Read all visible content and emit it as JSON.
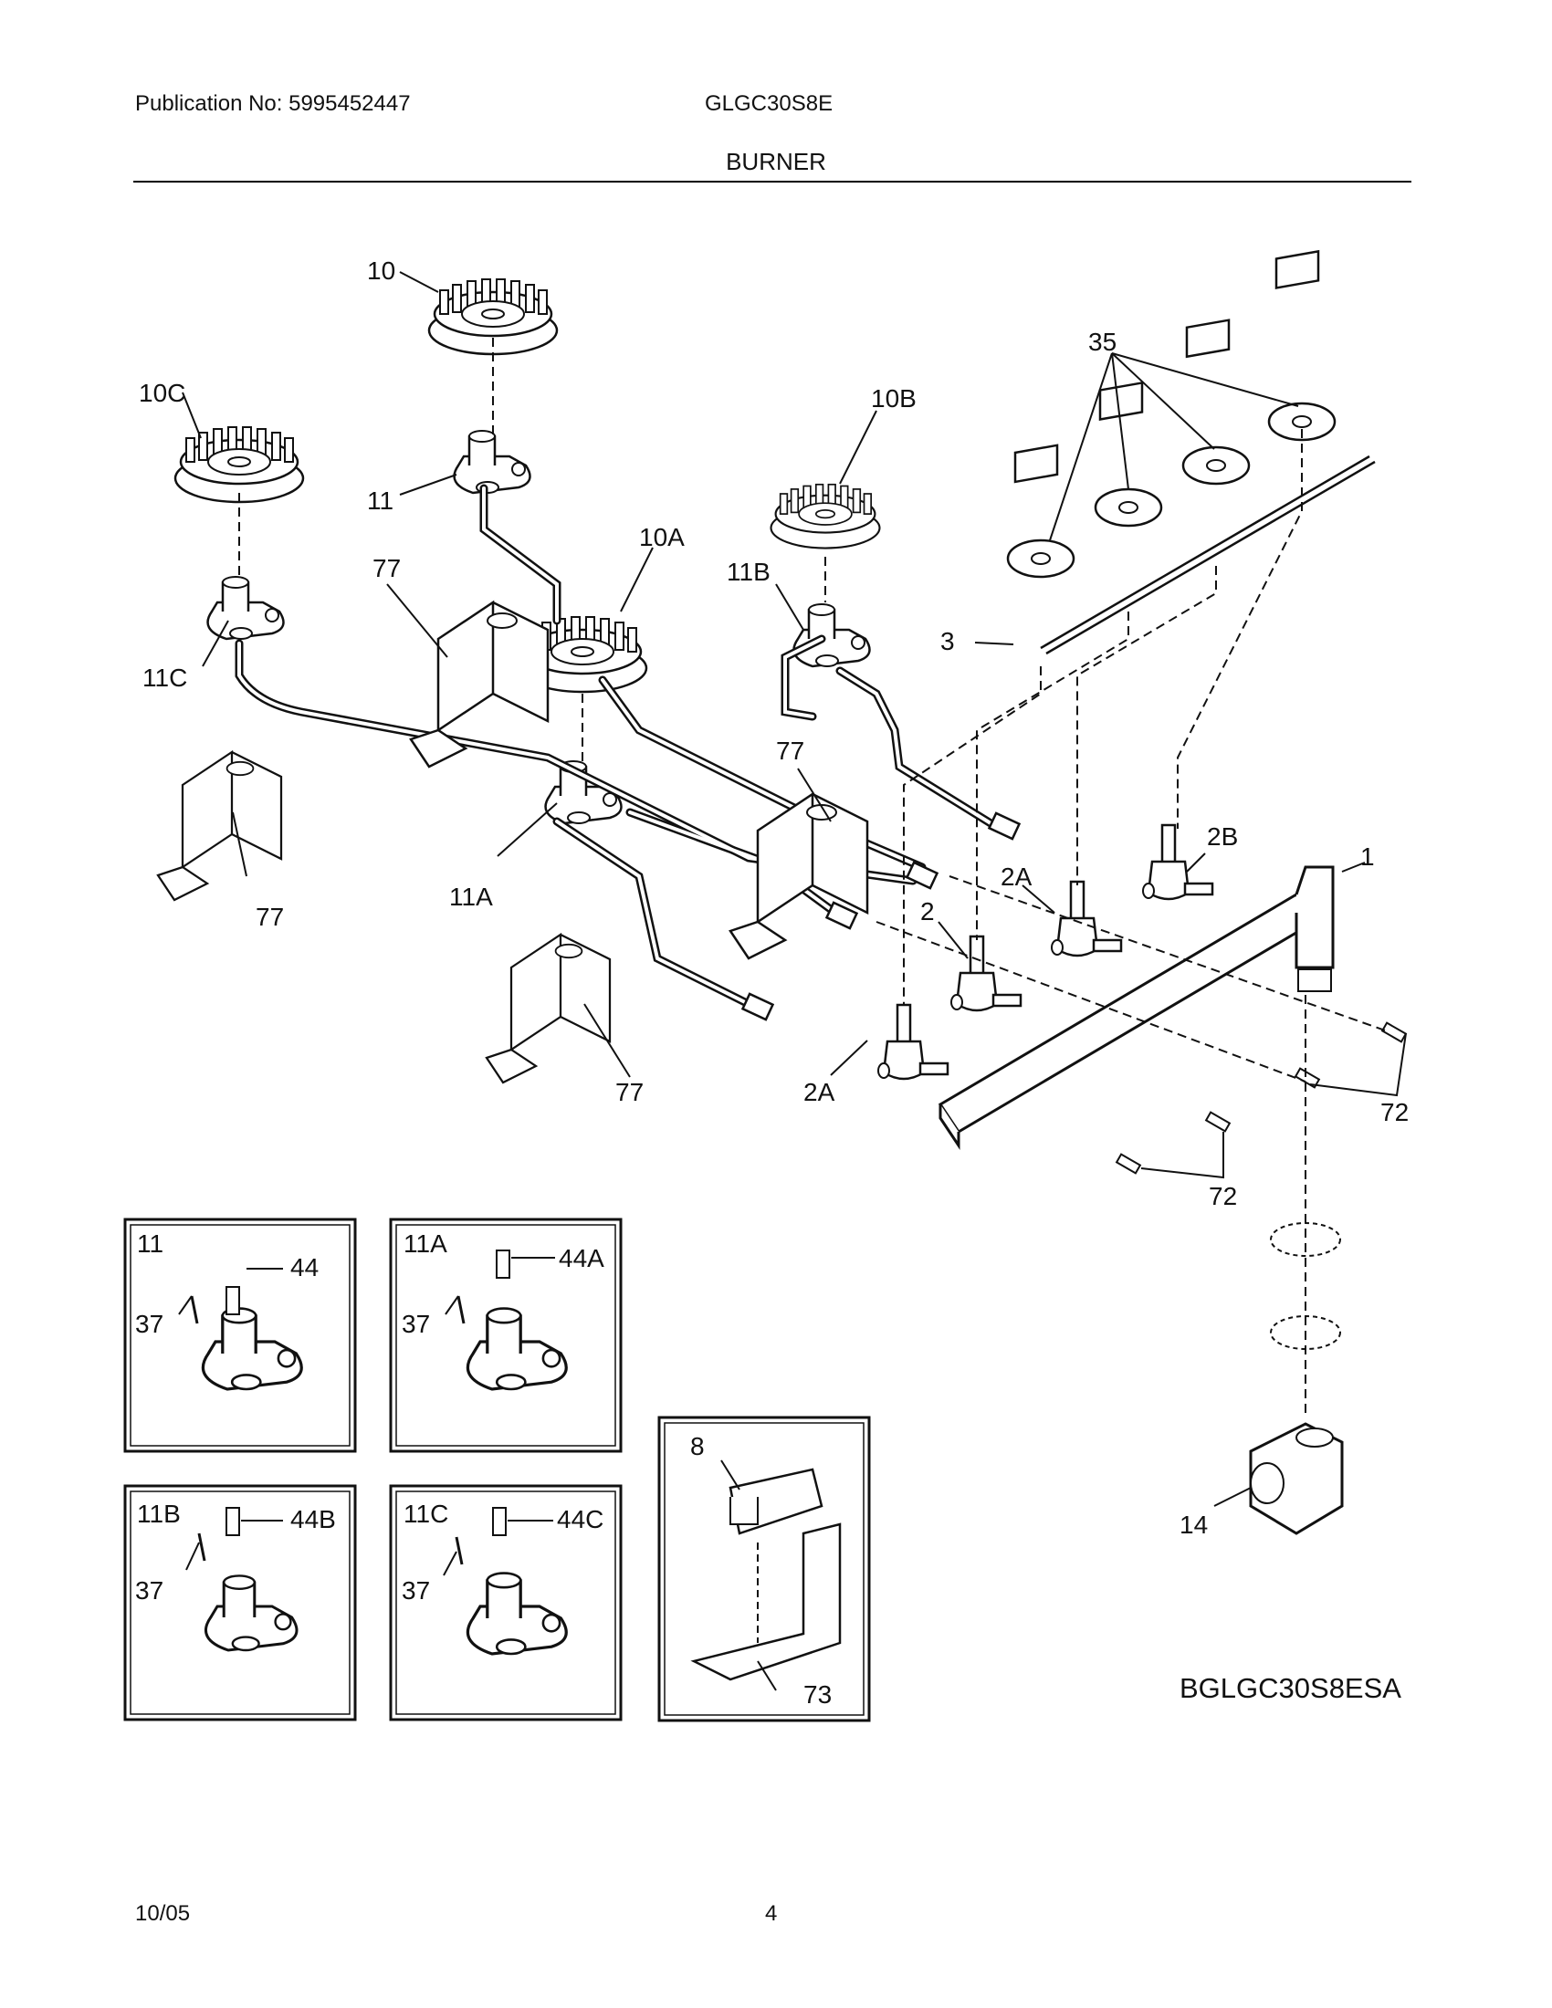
{
  "header": {
    "publication": "Publication No: 5995452447",
    "model": "GLGC30S8E",
    "section_title": "BURNER"
  },
  "callouts": {
    "c10": "10",
    "c10c": "10C",
    "c10b": "10B",
    "c10a": "10A",
    "c35": "35",
    "c11": "11",
    "c11c": "11C",
    "c11b": "11B",
    "c11a": "11A",
    "c77a": "77",
    "c77b": "77",
    "c77c": "77",
    "c77d": "77",
    "c3": "3",
    "c1": "1",
    "c2": "2",
    "c2a_top": "2A",
    "c2a_bottom": "2A",
    "c2b": "2B",
    "c72a": "72",
    "c72b": "72",
    "c14": "14"
  },
  "insets": [
    {
      "id": "11",
      "jet": "44",
      "screw": "37"
    },
    {
      "id": "11A",
      "jet": "44A",
      "screw": "37"
    },
    {
      "id": "11B",
      "jet": "44B",
      "screw": "37"
    },
    {
      "id": "11C",
      "jet": "44C",
      "screw": "37"
    }
  ],
  "spark_box": {
    "module": "8",
    "bracket": "73"
  },
  "diagram_code": "BGLGC30S8ESA",
  "footer": {
    "date": "10/05",
    "page": "4"
  }
}
